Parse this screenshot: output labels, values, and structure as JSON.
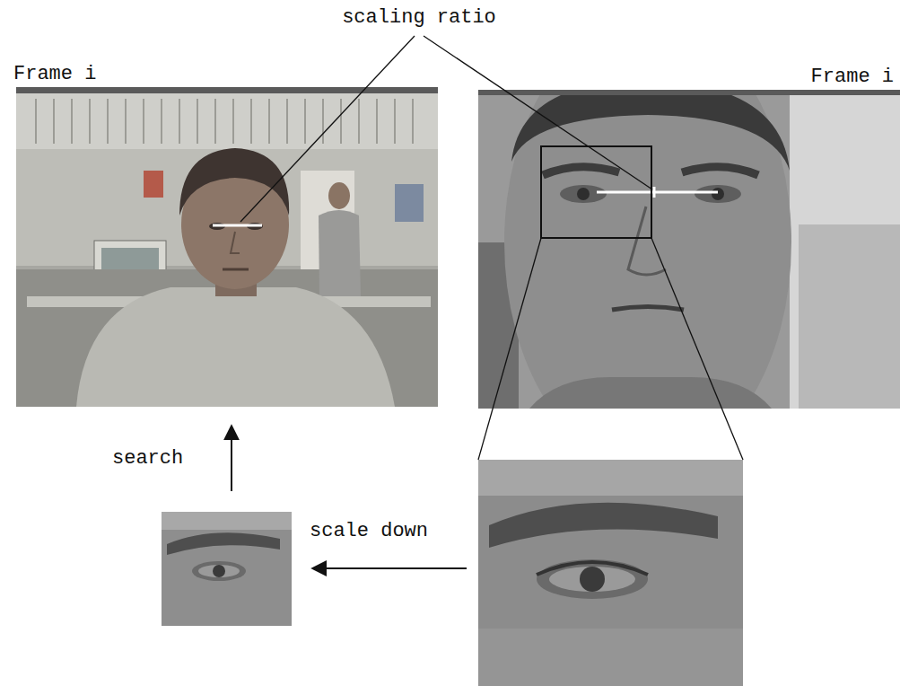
{
  "diagram": {
    "nodes": [
      {
        "text": [
          "Frame i"
        ]
      },
      {
        "text": [
          "Frame i"
        ]
      }
    ],
    "labels": [
      "scaling ratio",
      "search",
      "scale down"
    ]
  }
}
